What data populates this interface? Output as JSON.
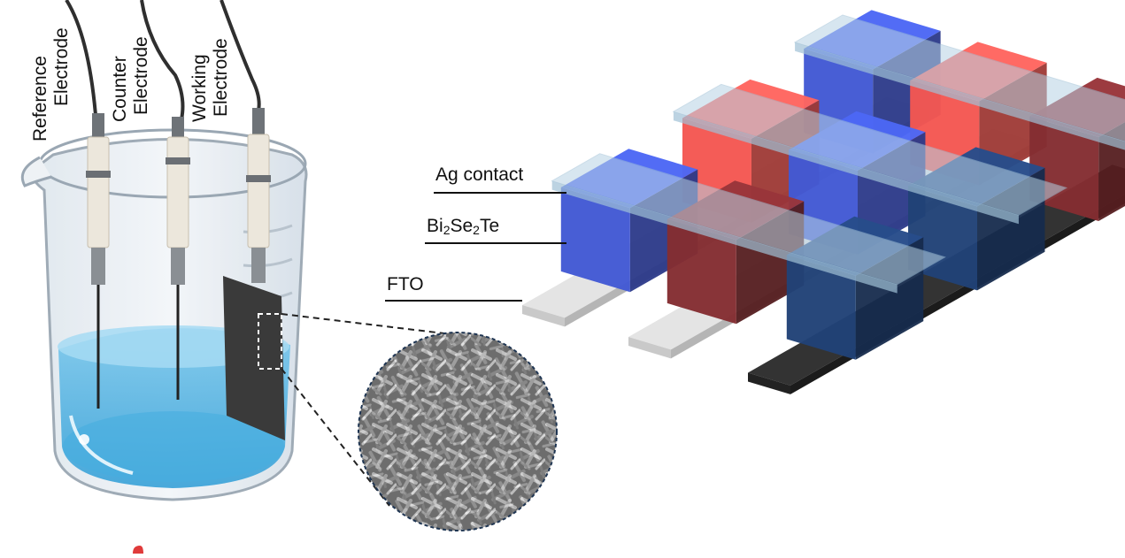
{
  "electrodes": {
    "reference": [
      "Reference",
      "Electrode"
    ],
    "counter": [
      "Counter",
      "Electrode"
    ],
    "working": [
      "Working",
      "Electrode"
    ]
  },
  "device_labels": {
    "ag_contact": "Ag contact",
    "bi_prefix": "Bi",
    "bi_sub1": "2",
    "se": "Se",
    "bi_sub2": "2",
    "te": "Te",
    "fto": "FTO"
  },
  "colors": {
    "red": "#e2514c",
    "blue": "#3d52c4",
    "dark_red": "#7a2a2e",
    "dark_blue": "#1f3d6e",
    "glass": "#b8d3e4",
    "solution": "#5fb6e3",
    "fto": "#e4e4e4",
    "black_substrate": "#333333"
  }
}
